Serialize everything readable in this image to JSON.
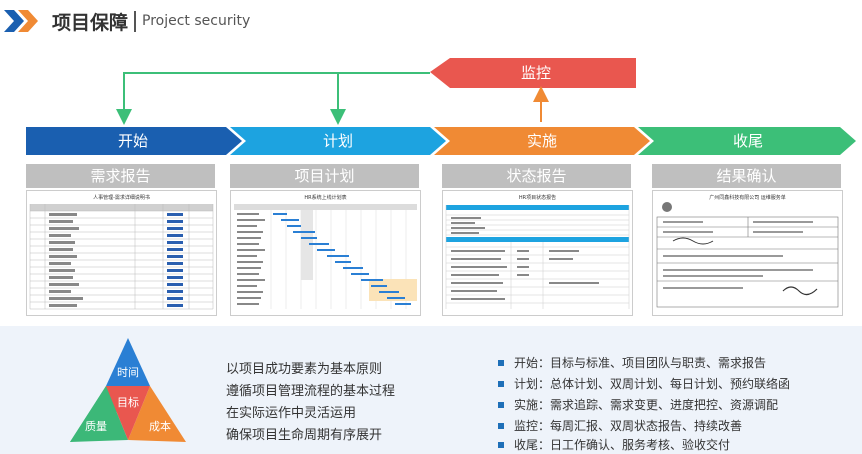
{
  "header": {
    "title": "项目保障",
    "subtitle": "Project security"
  },
  "phases": [
    {
      "label": "开始",
      "color": "#1a5fb0"
    },
    {
      "label": "计划",
      "color": "#1da3e0"
    },
    {
      "label": "实施",
      "color": "#f08a34"
    },
    {
      "label": "收尾",
      "color": "#3cbf78"
    }
  ],
  "monitor": {
    "label": "监控",
    "color": "#e9574f"
  },
  "sections": [
    {
      "label": "需求报告",
      "doc_title": "人事管理-需求详细说明书"
    },
    {
      "label": "项目计划",
      "doc_title": "HR系统上线计划表"
    },
    {
      "label": "状态报告",
      "doc_title": "HR项目状态报告"
    },
    {
      "label": "结果确认",
      "doc_title": "广州同鑫科技有限公司 运维服务单"
    }
  ],
  "triangle": {
    "top": "时间",
    "center": "目标",
    "left": "质量",
    "right": "成本",
    "colors": {
      "top": "#2a7fd4",
      "left": "#3cb878",
      "right": "#f08a34",
      "center": "#e9574f"
    }
  },
  "principles": [
    "以项目成功要素为基本原则",
    "遵循项目管理流程的基本过程",
    "在实际运作中灵活运用",
    "确保项目生命周期有序展开"
  ],
  "bullets": [
    "开始：目标与标准、项目团队与职责、需求报告",
    "计划：总体计划、双周计划、每日计划、预约联络函",
    "实施：需求追踪、需求变更、进度把控、资源调配",
    "监控：每周汇报、双周状态报告、持续改善",
    "收尾：日工作确认、服务考核、验收交付"
  ]
}
